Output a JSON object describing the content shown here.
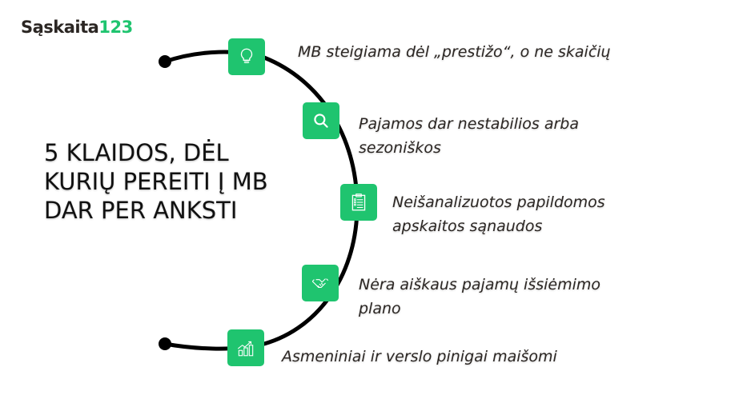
{
  "logo": {
    "text_dark": "Sąskaita",
    "text_green": "123"
  },
  "title": "5 KLAIDOS, DĖL KURIŲ PEREITI Į MB DAR PER ANKSTI",
  "colors": {
    "accent": "#1fc46f",
    "line": "#000000",
    "text": "#2b2623"
  },
  "items": [
    {
      "icon": "lightbulb-icon",
      "label": "MB steigiama dėl „prestižo“, o ne skaičių"
    },
    {
      "icon": "search-icon",
      "label": "Pajamos dar nestabilios arba sezoniškos"
    },
    {
      "icon": "clipboard-icon",
      "label": "Neišanalizuotos papildomos apskaitos sąnaudos"
    },
    {
      "icon": "handshake-icon",
      "label": "Nėra aiškaus pajamų išsiėmimo plano"
    },
    {
      "icon": "growth-chart-icon",
      "label": "Asmeniniai ir verslo pinigai maišomi"
    }
  ]
}
